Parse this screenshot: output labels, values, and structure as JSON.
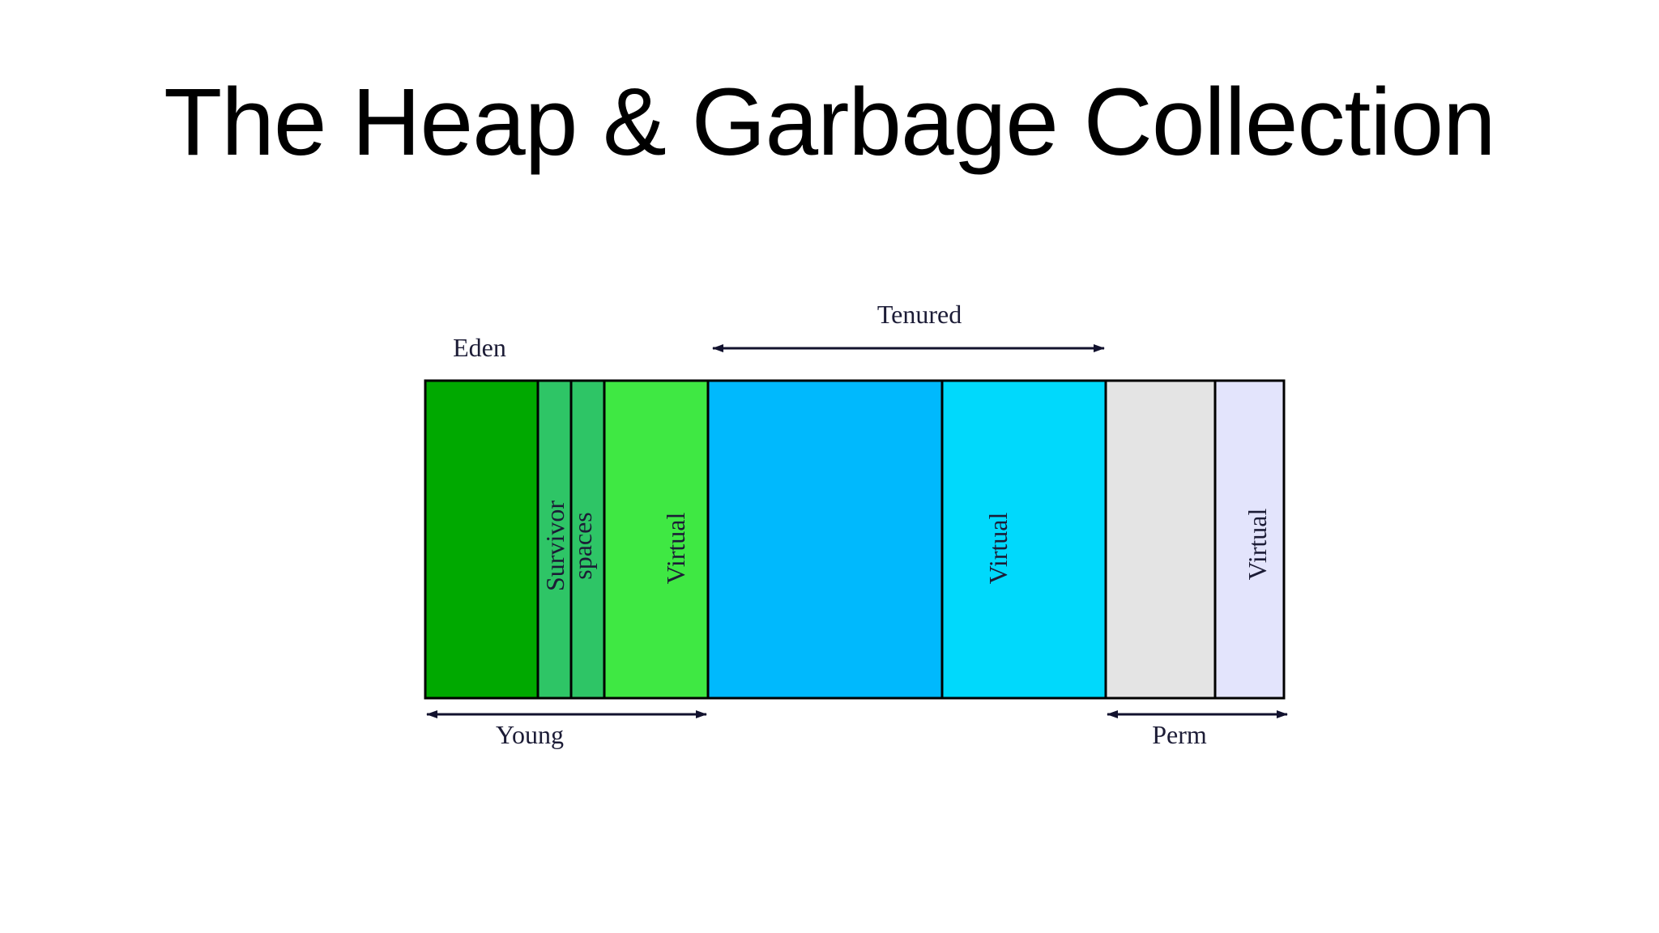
{
  "slide": {
    "title": "The Heap & Garbage Collection"
  },
  "diagram": {
    "labels": {
      "eden": "Eden",
      "tenured": "Tenured",
      "survivor_1": "Survivor",
      "survivor_2": "spaces",
      "virtual_young": "Virtual",
      "virtual_tenured": "Virtual",
      "virtual_perm": "Virtual",
      "young": "Young",
      "perm": "Perm"
    },
    "colors": {
      "eden": "#00a900",
      "survivor": "#2ec566",
      "virtual_young": "#3fe843",
      "tenured": "#00b9fd",
      "virtual_tenured": "#00d9fc",
      "perm": "#e4e4e4",
      "virtual_perm": "#e3e4fc",
      "outline": "#000000",
      "arrow": "#12122e"
    }
  }
}
